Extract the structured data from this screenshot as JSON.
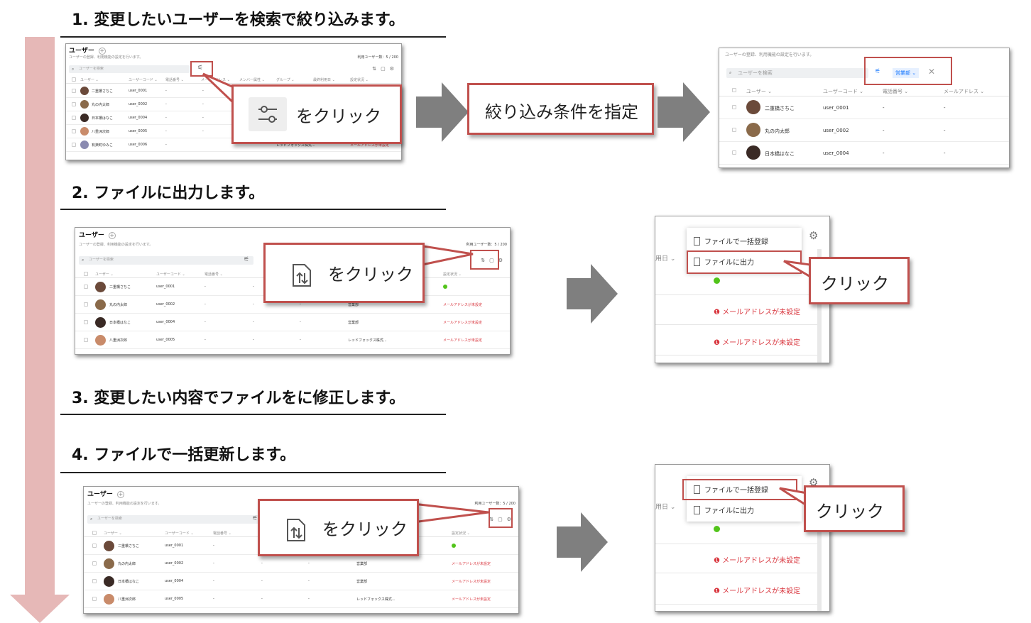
{
  "steps": [
    {
      "title": "1. 変更したいユーザーを検索で絞り込みます。"
    },
    {
      "title": "2. ファイルに出力します。"
    },
    {
      "title": "3. 変更したい内容でファイルをに修正します。"
    },
    {
      "title": "4. ファイルで一括更新します。"
    }
  ],
  "callouts": {
    "click_label": "をクリック",
    "filter_spec": "絞り込み条件を指定",
    "click_only": "クリック"
  },
  "ui": {
    "title": "ユーザー",
    "plus": "+",
    "subtitle": "ユーザーの登録、利用機能の設定を行います。",
    "user_count": "利用ユーザー数：5 / 200",
    "search_placeholder": "ユーザーを検索",
    "columns": [
      "ユーザー ⌄",
      "ユーザーコード ⌄",
      "電話番号 ⌄",
      "メールアドレス ⌄",
      "メンバー属性 ⌄",
      "グループ ⌄",
      "最終利用日 ⌄",
      "設定状況 ⌄"
    ],
    "dept_chip": "営業部 ⌄",
    "users": [
      {
        "name": "二重橋さちこ",
        "code": "user_0001",
        "phone": "-",
        "email": "-",
        "attr": "-",
        "group": "",
        "status": "ok"
      },
      {
        "name": "丸の内太郎",
        "code": "user_0002",
        "phone": "-",
        "email": "-",
        "attr": "-",
        "group": "営業部",
        "status": "メールアドレスが未設定"
      },
      {
        "name": "日本橋はなこ",
        "code": "user_0004",
        "phone": "-",
        "email": "-",
        "attr": "-",
        "group": "営業部",
        "status": "メールアドレスが未設定"
      },
      {
        "name": "八重洲次郎",
        "code": "user_0005",
        "phone": "-",
        "email": "-",
        "attr": "-",
        "group": "レッドフォックス株式...",
        "status": "メールアドレスが未設定"
      },
      {
        "name": "有楽町ゆみこ",
        "code": "user_0006",
        "phone": "-",
        "email": "-",
        "attr": "-",
        "group": "レッドフォックス株式...",
        "status": "メールアドレスが未設定"
      }
    ],
    "filtered_users": [
      {
        "name": "二重橋さちこ",
        "code": "user_0001",
        "phone": "-",
        "email": "-"
      },
      {
        "name": "丸の内太郎",
        "code": "user_0002",
        "phone": "-",
        "email": "-"
      },
      {
        "name": "日本橋はなこ",
        "code": "user_0004",
        "phone": "-",
        "email": "-"
      }
    ],
    "dash": "-"
  },
  "menu": {
    "bulk_register": "ファイルで一括登録",
    "export_file": "ファイルに出力",
    "side_label": "用日 ⌄",
    "email_missing": "メールアドレスが未設定"
  },
  "icons": {
    "filter": "filter-sliders-icon",
    "export": "file-export-icon",
    "settings": "gear-icon",
    "close": "close-icon"
  },
  "colors": {
    "callout_border": "#c0504d",
    "arrow_gray": "#7f7f7f",
    "flow_arrow": "#e6b8b7",
    "error": "#d9363e",
    "ok": "#52c41a"
  }
}
